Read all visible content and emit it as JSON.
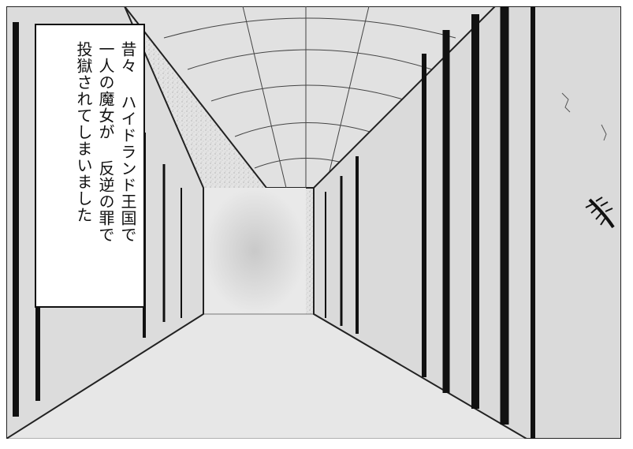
{
  "caption": {
    "lines": [
      "昔々 ハイドランド王国で",
      "一人の魔女が 反逆の罪で",
      "投獄されてしまいました"
    ]
  },
  "colors": {
    "ink": "#111111",
    "paper": "#ffffff",
    "stone": "#d6d6d6",
    "floor": "#e6e6e6",
    "shadow": "#b9b9b9"
  }
}
